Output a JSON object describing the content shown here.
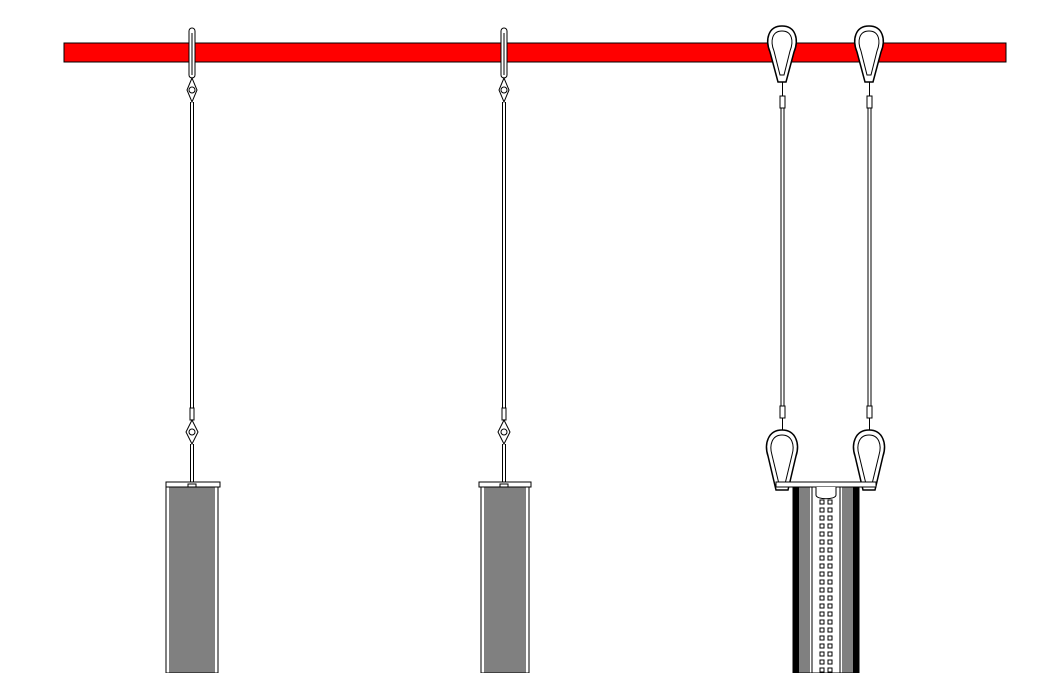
{
  "diagram": {
    "background": "#ffffff",
    "beam_color": "#ff0000",
    "line_color": "#000000",
    "hangers": [
      {
        "name": "hanger-1",
        "type": "single-cable-loop",
        "fixture": "vertical-fin-profile"
      },
      {
        "name": "hanger-2",
        "type": "single-cable-loop",
        "fixture": "vertical-fin-profile"
      },
      {
        "name": "hanger-3",
        "type": "double-carabiner",
        "fixture": "perforated-channel-profile"
      }
    ]
  }
}
